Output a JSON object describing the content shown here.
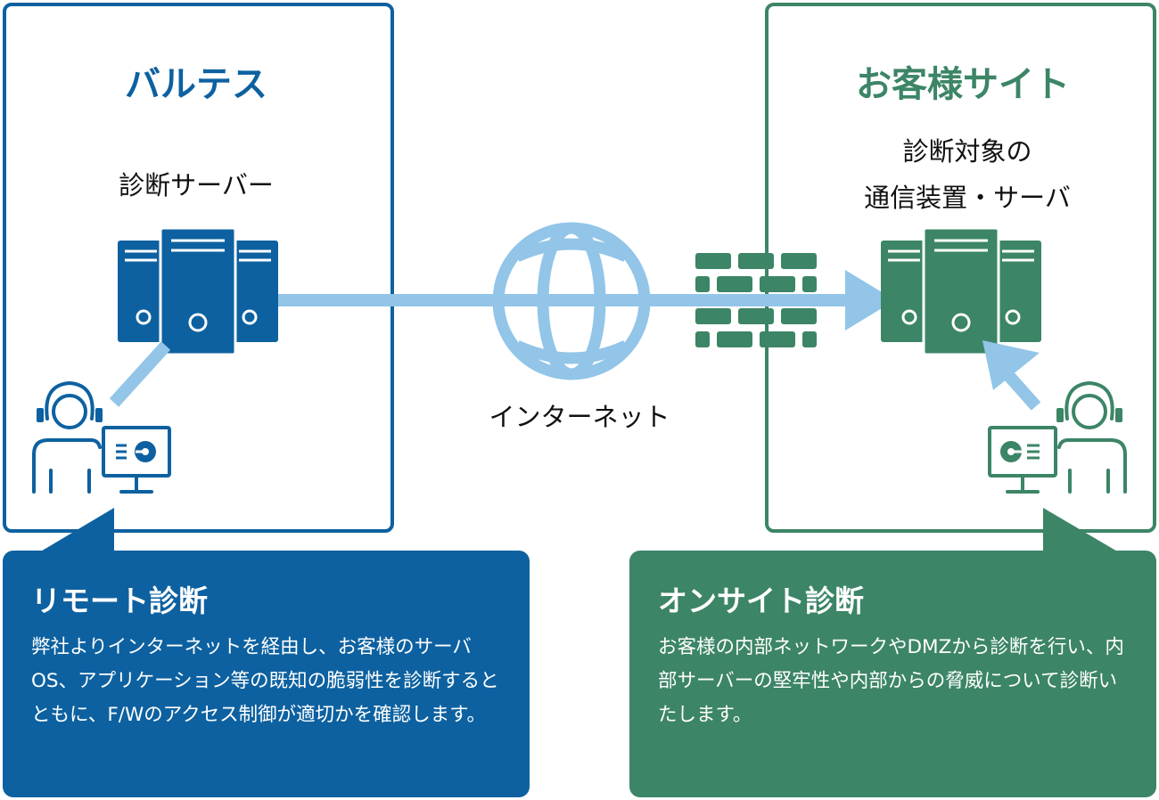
{
  "left_panel": {
    "title": "バルテス",
    "server_label": "診断サーバー",
    "colors": {
      "frame": "#0d61a0",
      "icon": "#0d61a0"
    }
  },
  "right_panel": {
    "title": "お客様サイト",
    "target_label_line1": "診断対象の",
    "target_label_line2": "通信装置・サーバ",
    "colors": {
      "frame": "#3c8566",
      "icon": "#3c8566"
    }
  },
  "network": {
    "internet_label": "インターネット",
    "globe_icon": "globe-icon",
    "firewall_icon": "firewall-brick-icon",
    "connection_color": "#92c5e8"
  },
  "callouts": {
    "remote": {
      "title": "リモート診断",
      "body": "弊社よりインターネットを経由し、お客様のサーバOS、アプリケーション等の既知の脆弱性を診断するとともに、F/Wのアクセス制御が適切かを確認します。",
      "color": "#0d61a0"
    },
    "onsite": {
      "title": "オンサイト診断",
      "body": "お客様の内部ネットワークやDMZから診断を行い、内部サーバーの堅牢性や内部からの脅威について診断いたします。",
      "color": "#3c8566"
    }
  }
}
